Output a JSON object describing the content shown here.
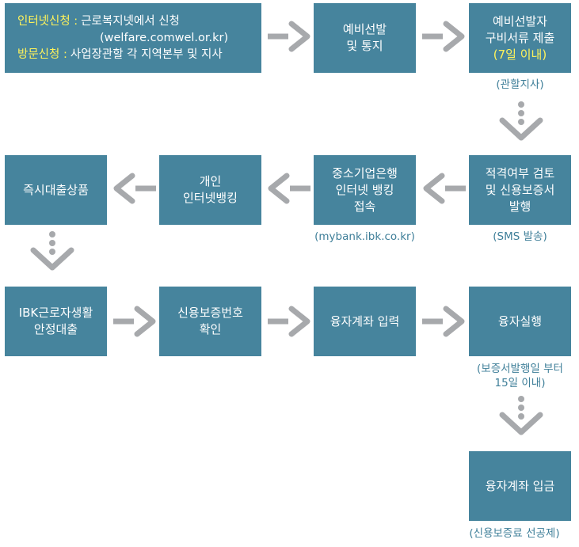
{
  "apply": {
    "internet_label": "인터넷신청 :",
    "internet_text": "근로복지넷에서 신청",
    "internet_url": "(welfare.comwel.or.kr)",
    "visit_label": "방문신청 :",
    "visit_text": "사업장관할 각 지역본부 및 지사"
  },
  "steps": {
    "preselect": [
      "예비선발",
      "및 통지"
    ],
    "submit": [
      "예비선발자",
      "구비서류 제출"
    ],
    "submit_highlight": "(7일 이내)",
    "submit_caption": "(관할지사)",
    "review": [
      "적격여부 검토",
      "및 신용보증서",
      "발행"
    ],
    "review_caption": "(SMS 발송)",
    "bank_access": [
      "중소기업은행",
      "인터넷 뱅킹",
      "접속"
    ],
    "bank_caption": "(mybank.ibk.co.kr)",
    "personal_banking": [
      "개인",
      "인터넷뱅킹"
    ],
    "instant_loan": [
      "즉시대출상품"
    ],
    "ibk_loan": [
      "IBK근로자생활",
      "안정대출"
    ],
    "guarantee_confirm": [
      "신용보증번호",
      "확인"
    ],
    "account_input": [
      "융자계좌 입력"
    ],
    "execution": [
      "융자실행"
    ],
    "execution_caption": [
      "(보증서발행일 부터",
      "15일 이내)"
    ],
    "deposit": [
      "융자계좌 입금"
    ],
    "deposit_caption": "(신용보증료 선공제)"
  },
  "colors": {
    "box": "#46849d",
    "highlight": "#fff35a",
    "arrow": "#a7a9ac",
    "caption": "#3f7f99"
  }
}
